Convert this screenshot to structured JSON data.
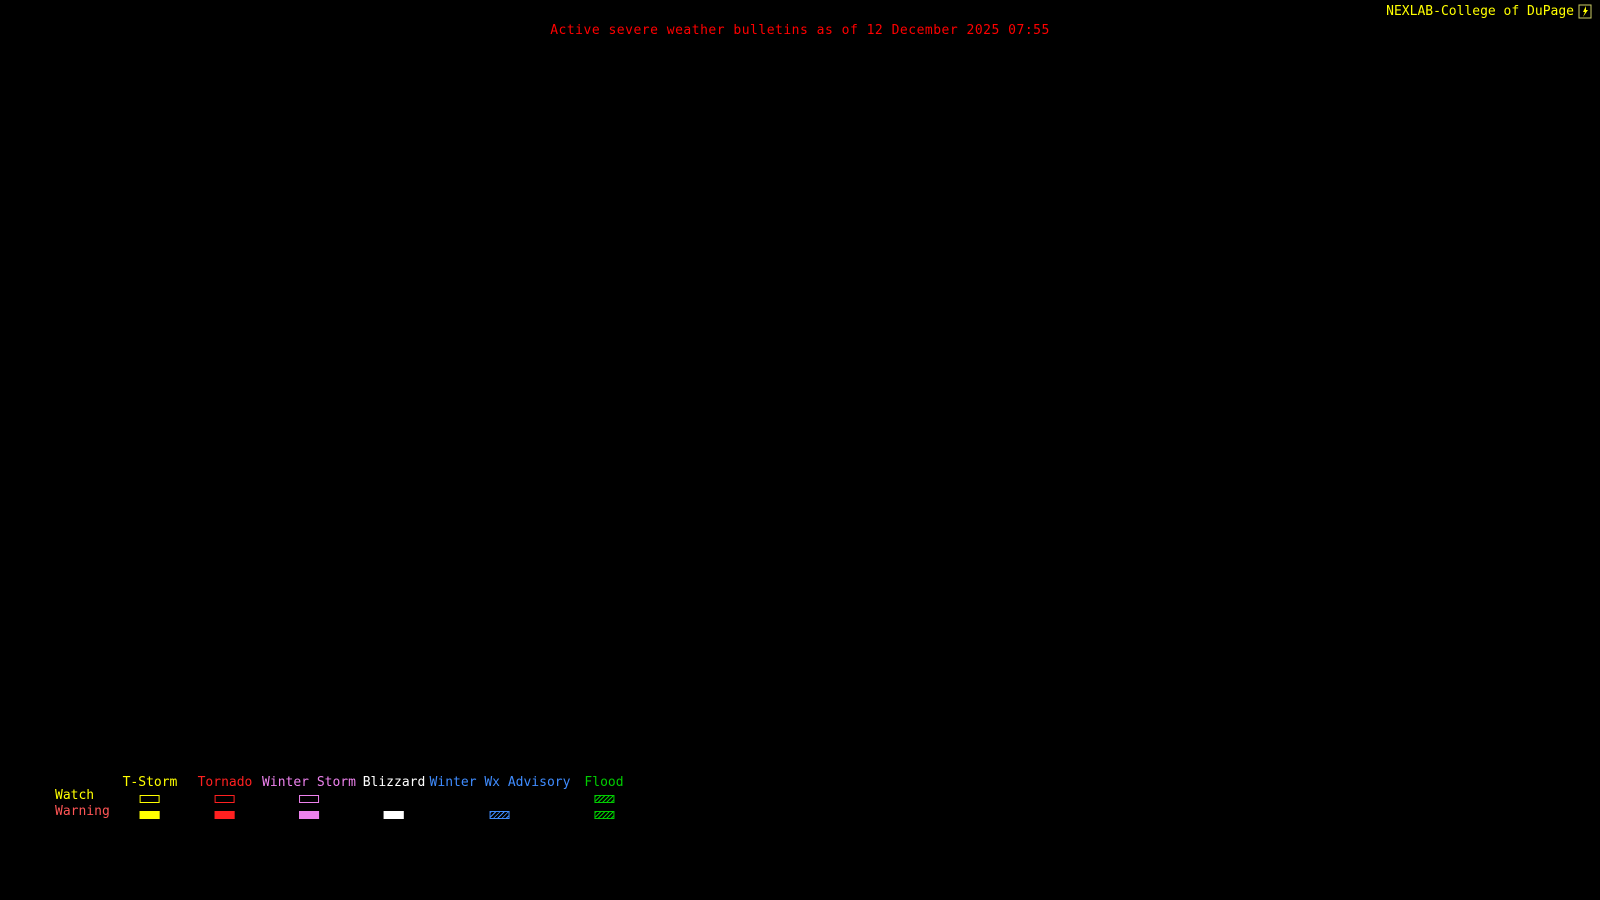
{
  "header": {
    "source": "NEXLAB-College of DuPage",
    "title": "Active severe weather bulletins as of 12 December 2025 07:55"
  },
  "colors": {
    "background": "#000000",
    "title_text": "#ff0000",
    "source_text": "#ffff00"
  },
  "icons": {
    "logo": "nexlab-logo-icon"
  },
  "legend": {
    "rows": [
      {
        "label": "Watch",
        "color": "#ffff00"
      },
      {
        "label": "Warning",
        "color": "#ff5555"
      }
    ],
    "columns": [
      {
        "label": "T-Storm",
        "color": "#ffff00",
        "watch_style": "outline",
        "warning_style": "fill"
      },
      {
        "label": "Tornado",
        "color": "#ff2020",
        "watch_style": "outline",
        "warning_style": "fill"
      },
      {
        "label": "Winter Storm",
        "color": "#ee82ee",
        "watch_style": "outline",
        "warning_style": "fill"
      },
      {
        "label": "Blizzard",
        "color": "#ffffff",
        "watch_style": "none",
        "warning_style": "fill"
      },
      {
        "label": "Winter Wx Advisory",
        "color": "#3f8cff",
        "watch_style": "none",
        "warning_style": "hatch"
      },
      {
        "label": "Flood",
        "color": "#00cc00",
        "watch_style": "hatch",
        "warning_style": "hatch"
      }
    ]
  }
}
